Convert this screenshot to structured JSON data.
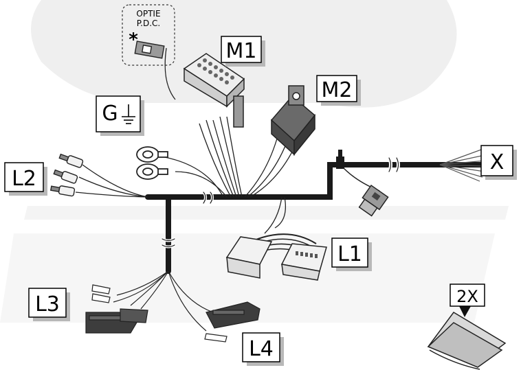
{
  "labels": {
    "optie_line1": "OPTIE",
    "optie_line2": "P.D.C.",
    "asterisk": "*",
    "m1": "M1",
    "m2": "M2",
    "g": "G",
    "l2": "L2",
    "x": "X",
    "l1": "L1",
    "l3": "L3",
    "l4": "L4",
    "qty": "2X"
  },
  "colors": {
    "cable": "#1a1a1a",
    "label_shadow": "#b8b8b8",
    "connector_dark": "#3d3d3d",
    "connector_light": "#f2f2f2",
    "watermark": "#eeeeee"
  }
}
